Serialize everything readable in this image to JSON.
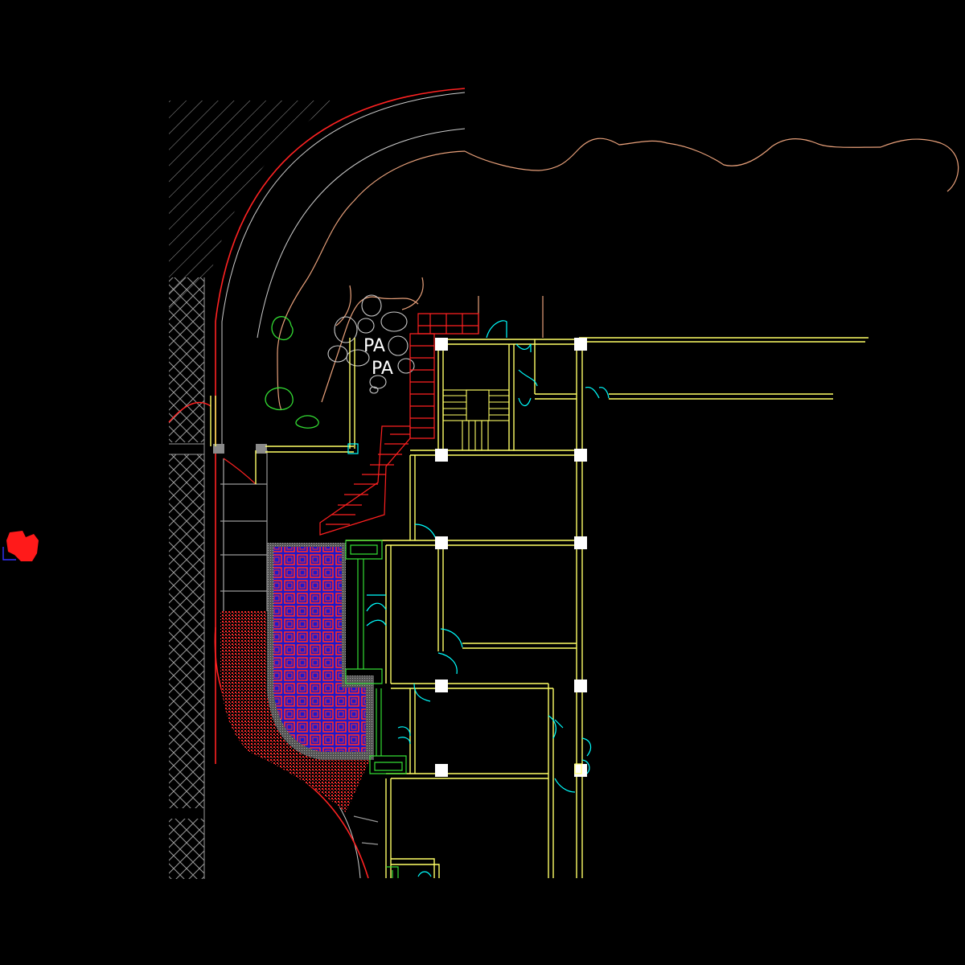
{
  "drawing": {
    "background": "#000000",
    "labels": [
      {
        "id": "pa-1",
        "text": "PA"
      },
      {
        "id": "pa-2",
        "text": "PA"
      }
    ],
    "colors": {
      "wall": "#ffff66",
      "door": "#00ffff",
      "column": "#ffffff",
      "hatch": "#8a8a8a",
      "curb": "#ff2222",
      "contour": "#e8a07a",
      "brick": "#ff2020",
      "paving_red": "#ff3030",
      "paving_blue": "#2222ff",
      "planting": "#33dd33",
      "stair": "#ffff66"
    }
  }
}
